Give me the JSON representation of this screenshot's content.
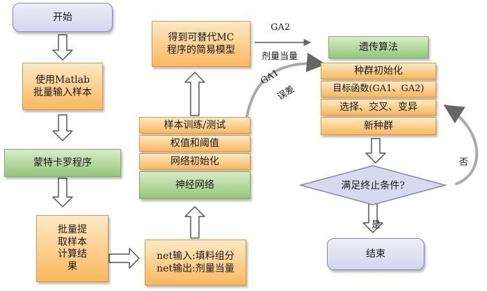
{
  "nodes": {
    "start": "开始",
    "matlab_line1": "使用Matlab",
    "matlab_line2": "批量输入样本",
    "monte_carlo": "蒙特卡罗程序",
    "batch_line1": "批量提",
    "batch_line2": "取样本",
    "batch_line3": "计算结",
    "batch_line4": "果",
    "net_input": "net输入:填料组分",
    "net_output": "net输出:剂量当量",
    "neural_net": "神经网络",
    "net_init": "网络初始化",
    "weights": "权值和阈值",
    "train_test": "样本训练/测试",
    "model_line1": "得到可替代MC",
    "model_line2": "程序的简易模型",
    "ga": "遗传算法",
    "pop_init": "种群初始化",
    "objective": "目标函数(GA1、GA2)",
    "operators": "选择、交叉、变异",
    "new_pop": "新种群",
    "condition": "满足终止条件?",
    "end": "结束"
  },
  "labels": {
    "ga2": "GA2",
    "dose": "剂量当量",
    "ga1": "GA1",
    "error": "误差",
    "no": "否",
    "yes": "是"
  },
  "colors": {
    "lavender": "#d4d5ec",
    "orange": "#f8b85e",
    "green": "#93c77a",
    "arrow_fill": "#ffffff",
    "arrow_stroke": "#555555"
  }
}
